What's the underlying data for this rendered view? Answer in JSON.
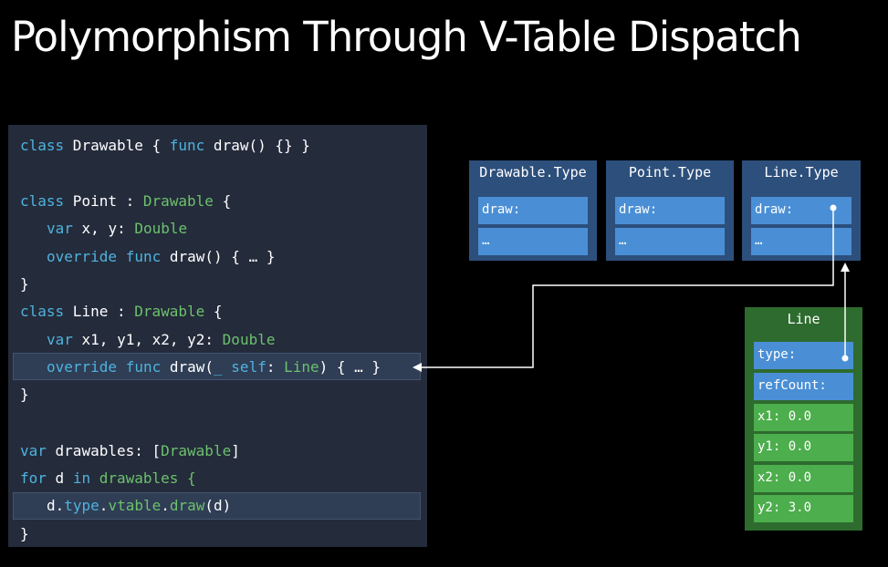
{
  "slide": {
    "title": "Polymorphism Through V-Table Dispatch"
  },
  "code": {
    "l1": {
      "kw": "class",
      "rest1": " Drawable { ",
      "kw2": "func",
      "rest2": " draw() {} }"
    },
    "l3": {
      "kw": "class",
      "rest1": " Point : ",
      "ty": "Drawable",
      "rest2": " {"
    },
    "l4": {
      "kw": "var",
      "rest1": " x, y: ",
      "ty": "Double"
    },
    "l5": {
      "kw": "override func",
      "rest1": " draw() { … }"
    },
    "l6": "}",
    "l7": {
      "kw": "class",
      "rest1": " Line : ",
      "ty": "Drawable",
      "rest2": " {"
    },
    "l8": {
      "kw": "var",
      "rest1": " x1, y1, x2, y2: ",
      "ty": "Double"
    },
    "l9": {
      "kw": "override func",
      "rest1": " draw(",
      "kw2": "_ self",
      "rest2": ": ",
      "ty": "Line",
      "rest3": ") { … }"
    },
    "l10": "}",
    "l12": {
      "kw": "var",
      "rest1": " drawables: [",
      "ty": "Drawable",
      "rest2": "]"
    },
    "l13": {
      "kw": "for",
      "rest1": " d ",
      "kw2": "in",
      "rest2": " drawables {"
    },
    "l14": {
      "a": "d.",
      "b": "type",
      "c": ".",
      "d": "vtable",
      "e": ".",
      "f": "draw",
      "g": "(d)"
    },
    "l15": "}"
  },
  "vtables": [
    {
      "name": "Drawable.Type",
      "draw": "draw:",
      "more": "…"
    },
    {
      "name": "Point.Type",
      "draw": "draw:",
      "more": "…"
    },
    {
      "name": "Line.Type",
      "draw": "draw:",
      "more": "…"
    }
  ],
  "instance": {
    "name": "Line",
    "fields": [
      "type:",
      "refCount:",
      "x1: 0.0",
      "y1: 0.0",
      "x2: 0.0",
      "y2: 3.0"
    ]
  },
  "colors": {
    "background": "#000000",
    "code_bg": "#242b3b",
    "keyword": "#4fb3dd",
    "type": "#6cc16c",
    "box": "#2d4f7c",
    "cell_blue": "#4a8fd5",
    "cell_green": "#4cae4c",
    "instance_box": "#2e6b2e"
  }
}
